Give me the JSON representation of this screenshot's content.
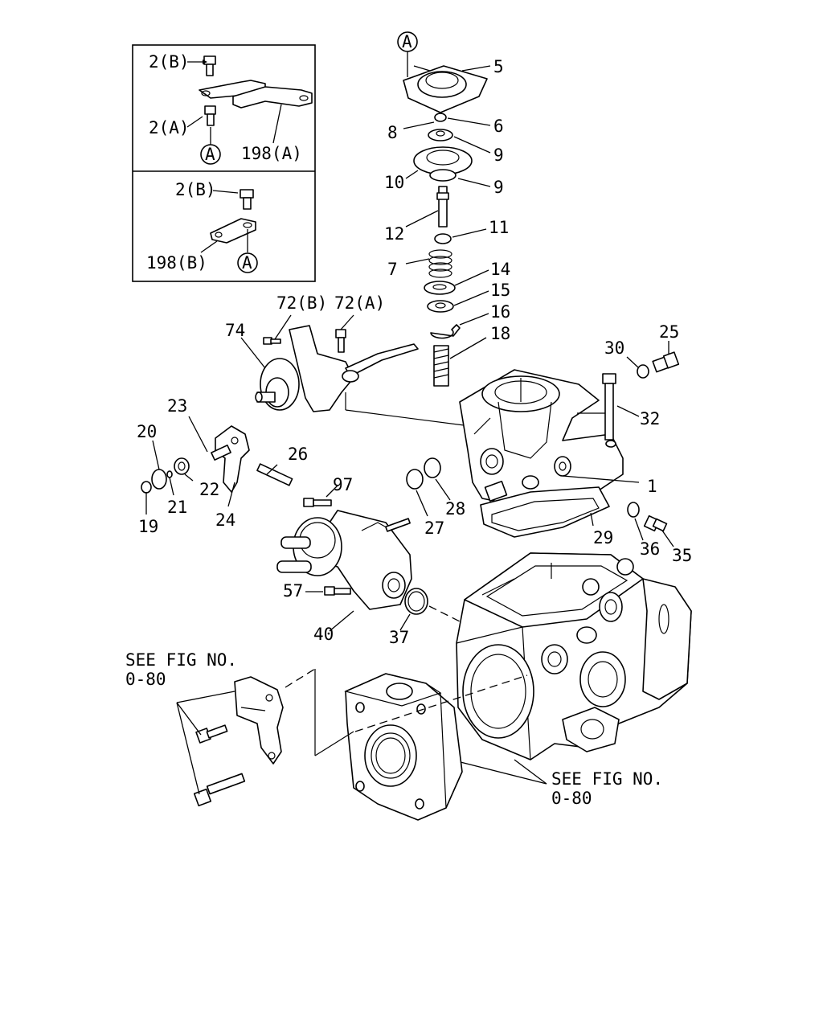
{
  "labels": {
    "n_2b_top": "2(B)",
    "n_2a": "2(A)",
    "n_198a": "198(A)",
    "n_a_inset1": "A",
    "n_2b_inset2": "2(B)",
    "n_198b": "198(B)",
    "n_a_inset2": "A",
    "n_a_top": "A",
    "n_5": "5",
    "n_6": "6",
    "n_8": "8",
    "n_9a": "9",
    "n_10": "10",
    "n_9b": "9",
    "n_12": "12",
    "n_11": "11",
    "n_7": "7",
    "n_14": "14",
    "n_15": "15",
    "n_16": "16",
    "n_18": "18",
    "n_72b": "72(B)",
    "n_72a": "72(A)",
    "n_74": "74",
    "n_30": "30",
    "n_25": "25",
    "n_32": "32",
    "n_23": "23",
    "n_20": "20",
    "n_26": "26",
    "n_22": "22",
    "n_21": "21",
    "n_19": "19",
    "n_24": "24",
    "n_97": "97",
    "n_1": "1",
    "n_27": "27",
    "n_28": "28",
    "n_29": "29",
    "n_36": "36",
    "n_35": "35",
    "n_57": "57",
    "n_40": "40",
    "n_37": "37",
    "see1_line1": "SEE FIG NO.",
    "see1_line2": "0-80",
    "see2_line1": "SEE FIG NO.",
    "see2_line2": "0-80"
  }
}
